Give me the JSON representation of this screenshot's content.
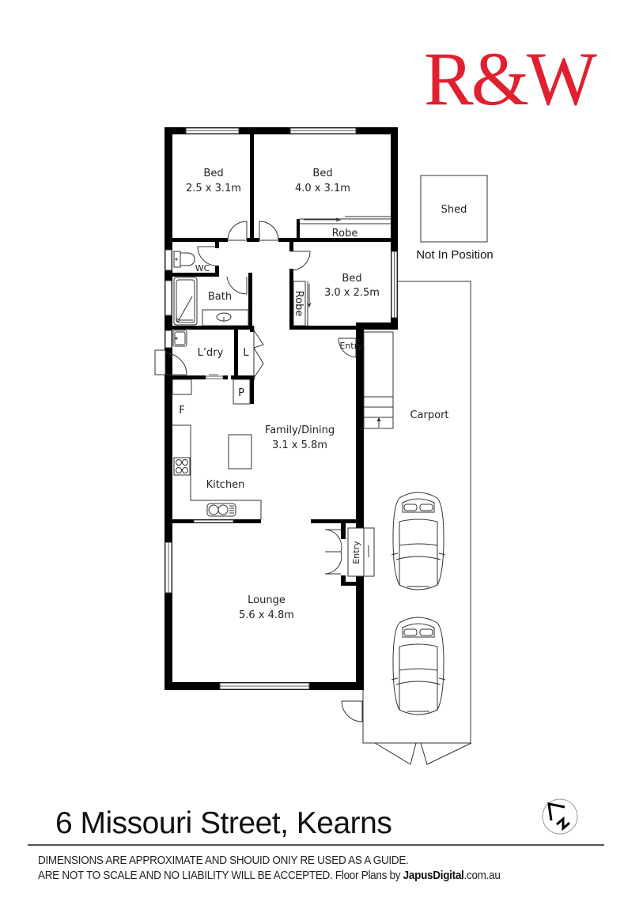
{
  "brand": {
    "logo_text": "R&W",
    "logo_color": "#e0202f"
  },
  "property": {
    "address": "6 Missouri Street, Kearns"
  },
  "rooms": [
    {
      "id": "bed1",
      "name": "Bed",
      "dims": "2.5 x 3.1m"
    },
    {
      "id": "bed2",
      "name": "Bed",
      "dims": "4.0 x 3.1m"
    },
    {
      "id": "bed3",
      "name": "Bed",
      "dims": "3.0 x 2.5m"
    },
    {
      "id": "robe1",
      "name": "Robe"
    },
    {
      "id": "robe2",
      "name": "Robe"
    },
    {
      "id": "wc",
      "name": "WC"
    },
    {
      "id": "bath",
      "name": "Bath"
    },
    {
      "id": "laundry",
      "name": "L’dry"
    },
    {
      "id": "linen",
      "name": "L"
    },
    {
      "id": "pantry",
      "name": "P"
    },
    {
      "id": "fridge",
      "name": "F"
    },
    {
      "id": "family",
      "name": "Family/Dining",
      "dims": "3.1 x 5.8m"
    },
    {
      "id": "kitchen",
      "name": "Kitchen"
    },
    {
      "id": "lounge",
      "name": "Lounge",
      "dims": "5.6 x 4.8m"
    },
    {
      "id": "entry_side",
      "name": "Entry"
    },
    {
      "id": "entry_front",
      "name": "Entry"
    },
    {
      "id": "carport",
      "name": "Carport"
    },
    {
      "id": "shed",
      "name": "Shed"
    }
  ],
  "notes": {
    "shed_note": "Not In Position"
  },
  "compass": {
    "label": "N",
    "icon": "north-arrow-icon"
  },
  "footer": {
    "line1": "DIMENSIONS ARE APPROXIMATE AND SHOUID ONIY RE USED AS A GUIDE.",
    "line2_prefix": "ARE NOT TO SCALE AND NO LIABILITY WILL BE ACCEPTED. Floor Plans by ",
    "brand_bold": "JapusDigital",
    "brand_suffix": ".com.au"
  },
  "colors": {
    "wall": "#000000",
    "line": "#333333",
    "background": "#ffffff"
  }
}
